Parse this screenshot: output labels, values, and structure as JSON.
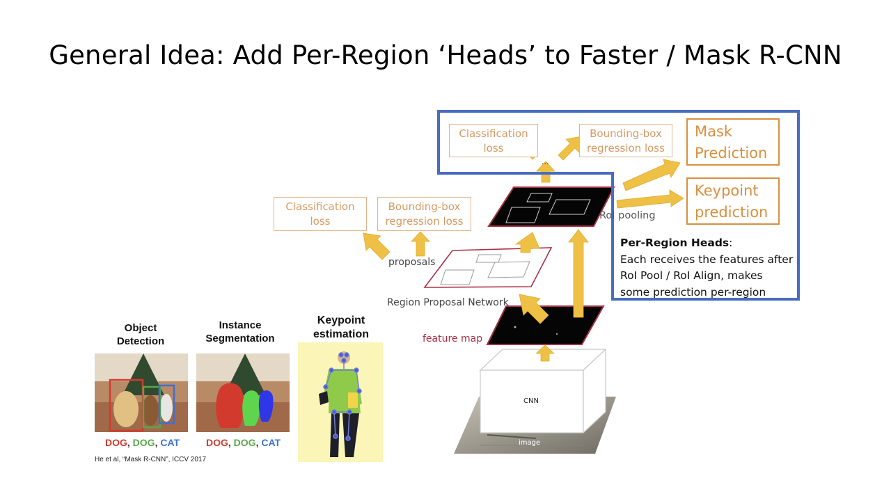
{
  "title": "General Idea: Add Per-Region ‘Heads’ to Faster / Mask R-CNN",
  "diagram": {
    "top_loss_1": [
      "Classification",
      "loss"
    ],
    "top_loss_2": [
      "Bounding-box",
      "regression loss"
    ],
    "ellipsis": "...",
    "mask_head": [
      "Mask",
      "Prediction"
    ],
    "keypoint_head": [
      "Keypoint",
      "prediction"
    ],
    "roi_pooling": "RoI pooling",
    "per_region_heads_title": "Per-Region Heads",
    "per_region_heads_colon": ":",
    "per_region_heads_lines": [
      "Each receives the features after",
      "RoI Pool / RoI Align, makes",
      "some prediction per-region"
    ],
    "rpn_loss_1": [
      "Classification",
      "loss"
    ],
    "rpn_loss_2": [
      "Bounding-box",
      "regression loss"
    ],
    "proposals": "proposals",
    "region_proposal_network": "Region Proposal Network",
    "feature_map": "feature map",
    "cnn": "CNN",
    "image": "image"
  },
  "tasks": {
    "object_detection": [
      "Object",
      "Detection"
    ],
    "instance_segmentation": [
      "Instance",
      "Segmentation"
    ],
    "keypoint_estimation": [
      "Keypoint",
      "estimation"
    ],
    "captions": {
      "dog1": "DOG",
      "sep1": ", ",
      "dog2": "DOG",
      "sep2": ", ",
      "cat": "CAT"
    }
  },
  "citation": "He et al, “Mask R-CNN”, ICCV 2017",
  "colors": {
    "heads_panel_border": "#4a6cc0",
    "loss_text": "#d79a62",
    "head_box": "#d98f3d",
    "arrow_fill": "#eec046",
    "feature_border": "#a83043",
    "dog1": "#d33a2e",
    "dog2": "#5aa64a",
    "cat": "#3f6fd1"
  }
}
